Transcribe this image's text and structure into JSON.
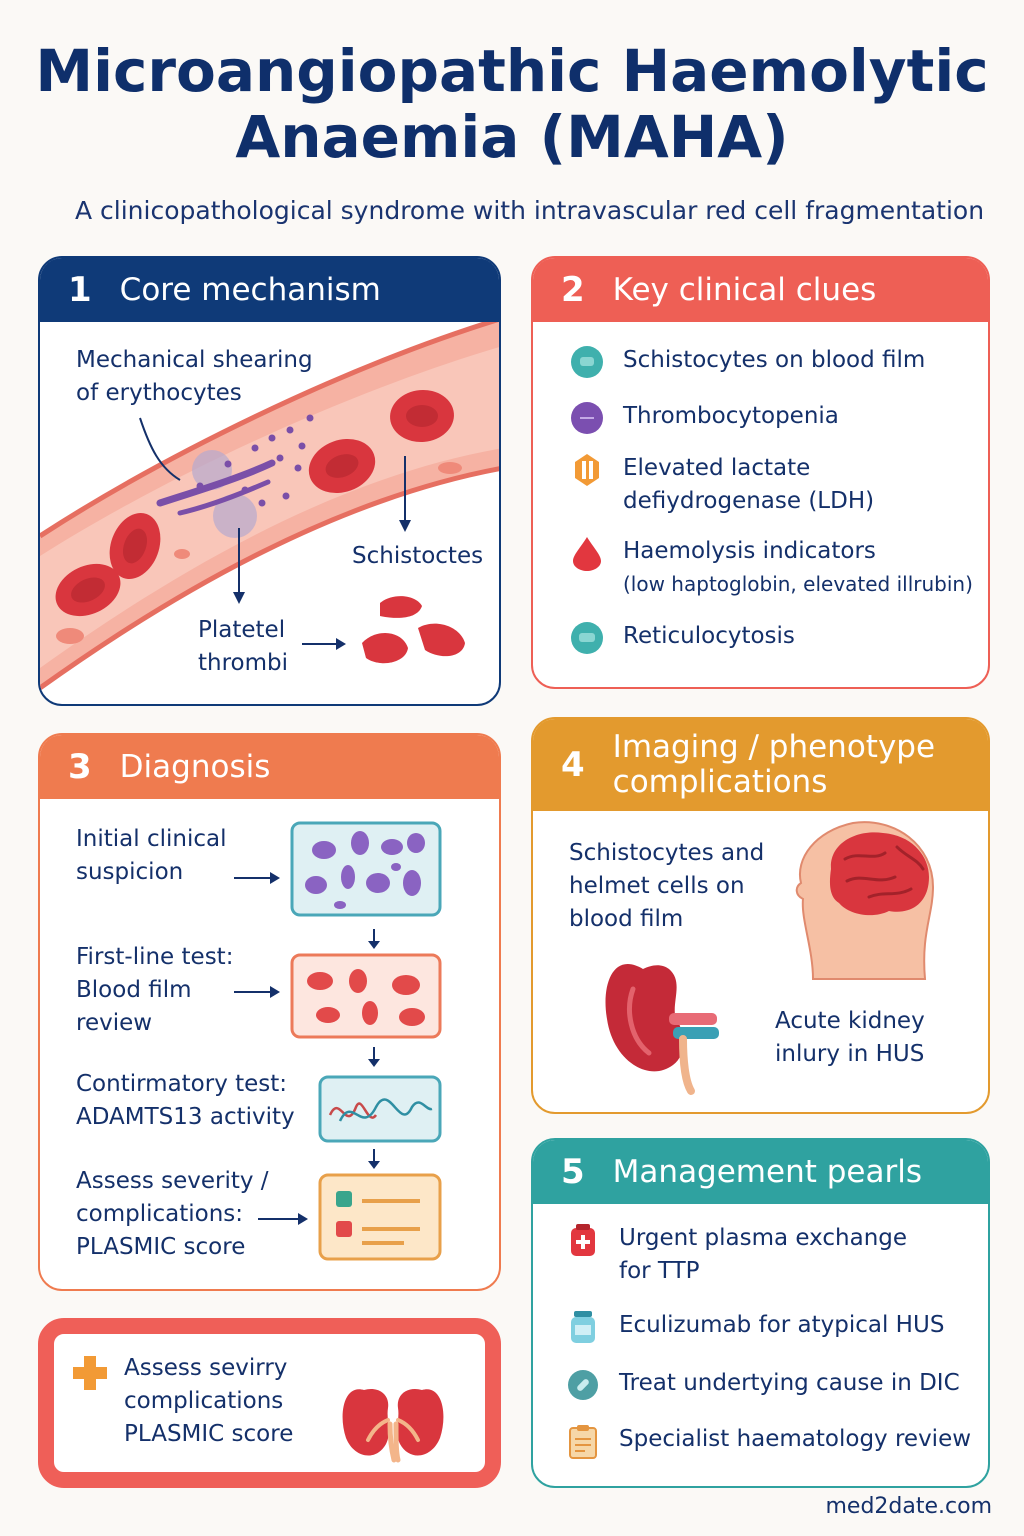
{
  "title": "Microangiopathic Haemolytic Anaemia (MAHA)",
  "subtitle": "A clinicopathological syndrome with intravascular red cell fragmentation",
  "core": {
    "num": "1",
    "heading": "Core mechanism",
    "shear_label": "Mechanical shearing of erythocytes",
    "schisto_label": "Schistoctes",
    "platelet_label": "Platetel thrombi"
  },
  "clues": {
    "num": "2",
    "heading": "Key clinical clues",
    "items": [
      {
        "text": "Schistocytes on blood film",
        "sub": ""
      },
      {
        "text": "Thrombocytopenia",
        "sub": ""
      },
      {
        "text": "Elevated lactate defiydrogenase (LDH)",
        "sub": ""
      },
      {
        "text": "Haemolysis indicators",
        "sub": "(low haptoglobin, elevated illrubin)"
      },
      {
        "text": "Reticulocytosis",
        "sub": ""
      }
    ]
  },
  "diagnosis": {
    "num": "3",
    "heading": "Diagnosis",
    "steps": [
      "Initial clinical suspicion",
      "First-line test: Blood film review",
      "Contirmatory test: ADAMTS13 activity",
      "Assess severity / complications: PLASMIC score"
    ]
  },
  "imaging": {
    "num": "4",
    "heading": "Imaging / phenotype complications",
    "film_label": "Schistocytes and helmet cells on blood film",
    "kidney_label": "Acute kidney inlury in HUS"
  },
  "management": {
    "num": "5",
    "heading": "Management pearls",
    "items": [
      "Urgent plasma exchange for TTP",
      "Eculizumab for atypical HUS",
      "Treat undertying cause in DIC",
      "Specialist haematology review"
    ]
  },
  "severity_box": {
    "text": "Assess sevirry complications PLASMIC score"
  },
  "footer": "med2date.com",
  "colors": {
    "navy": "#0f3a78",
    "red": "#ee5f55",
    "orange": "#ef7b4f",
    "amber": "#e39a2e",
    "teal": "#2fa2a0",
    "rbc": "#d9363e"
  }
}
